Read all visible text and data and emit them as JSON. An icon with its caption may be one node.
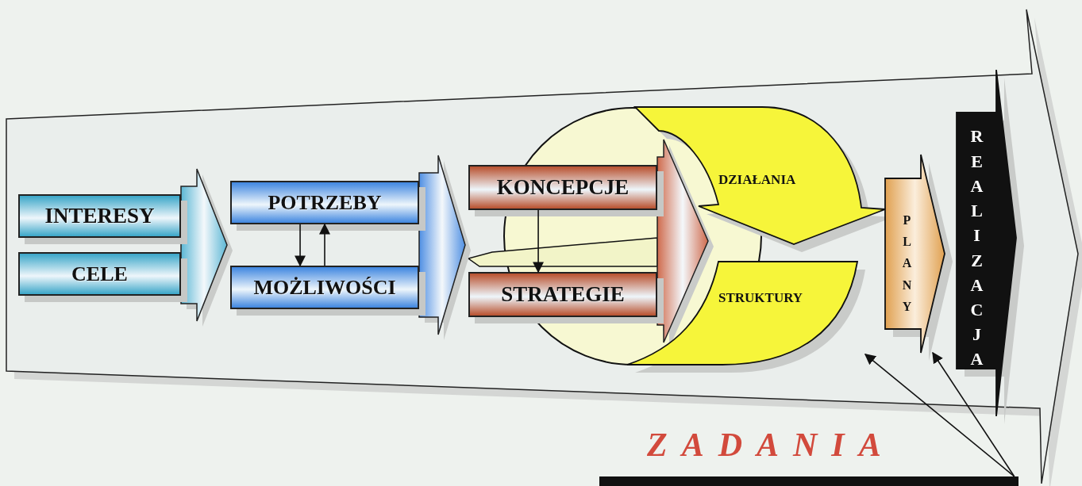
{
  "diagram": {
    "nodes": [
      {
        "text": [
          "INTERESY"
        ]
      },
      {
        "text": [
          "CELE"
        ]
      },
      {
        "text": [
          "POTRZEBY"
        ]
      },
      {
        "text": [
          "MOŻLIWOŚCI"
        ]
      },
      {
        "text": [
          "KONCEPCJE"
        ]
      },
      {
        "text": [
          "STRATEGIE"
        ]
      },
      {
        "text": [
          "DZIAŁANIA"
        ]
      },
      {
        "text": [
          "STRUKTURY"
        ]
      },
      {
        "text": [
          "PLANY"
        ]
      },
      {
        "text": [
          "REALIZACJA"
        ]
      },
      {
        "text": [],
        "shape": "bar"
      }
    ],
    "edges": [
      {
        "from": 0,
        "to": 2,
        "arrow": "to",
        "style": "thick",
        "color": "#5bb7d5"
      },
      {
        "from": 0,
        "to": 3,
        "arrow": "to",
        "style": "thick",
        "color": "#5bb7d5"
      },
      {
        "from": 1,
        "to": 2,
        "arrow": "to",
        "style": "thick",
        "color": "#5bb7d5"
      },
      {
        "from": 1,
        "to": 3,
        "arrow": "to",
        "style": "thick",
        "color": "#5bb7d5"
      },
      {
        "from": 2,
        "to": 4,
        "arrow": "to",
        "style": "thick",
        "color": "#4f8fe3"
      },
      {
        "from": 2,
        "to": 5,
        "arrow": "to",
        "style": "thick",
        "color": "#4f8fe3"
      },
      {
        "from": 3,
        "to": 4,
        "arrow": "to",
        "style": "thick",
        "color": "#4f8fe3"
      },
      {
        "from": 3,
        "to": 5,
        "arrow": "to",
        "style": "thick",
        "color": "#4f8fe3"
      },
      {
        "from": 4,
        "to": 6,
        "arrow": "to",
        "style": "thick",
        "color": "#cf6a4c"
      },
      {
        "from": 4,
        "to": 7,
        "arrow": "to",
        "style": "thick",
        "color": "#cf6a4c"
      },
      {
        "from": 5,
        "to": 6,
        "arrow": "to",
        "style": "thick",
        "color": "#cf6a4c"
      },
      {
        "from": 5,
        "to": 7,
        "arrow": "to",
        "style": "thick",
        "color": "#cf6a4c"
      },
      {
        "from": 2,
        "to": 3,
        "arrow": "to"
      },
      {
        "from": 3,
        "to": 2,
        "arrow": "to"
      },
      {
        "from": 4,
        "to": 5,
        "arrow": "to"
      },
      {
        "from": 10,
        "to": 7,
        "arrow": "to"
      },
      {
        "from": 10,
        "to": 8,
        "arrow": "to"
      }
    ],
    "labels": [
      "ZADANIA"
    ]
  }
}
